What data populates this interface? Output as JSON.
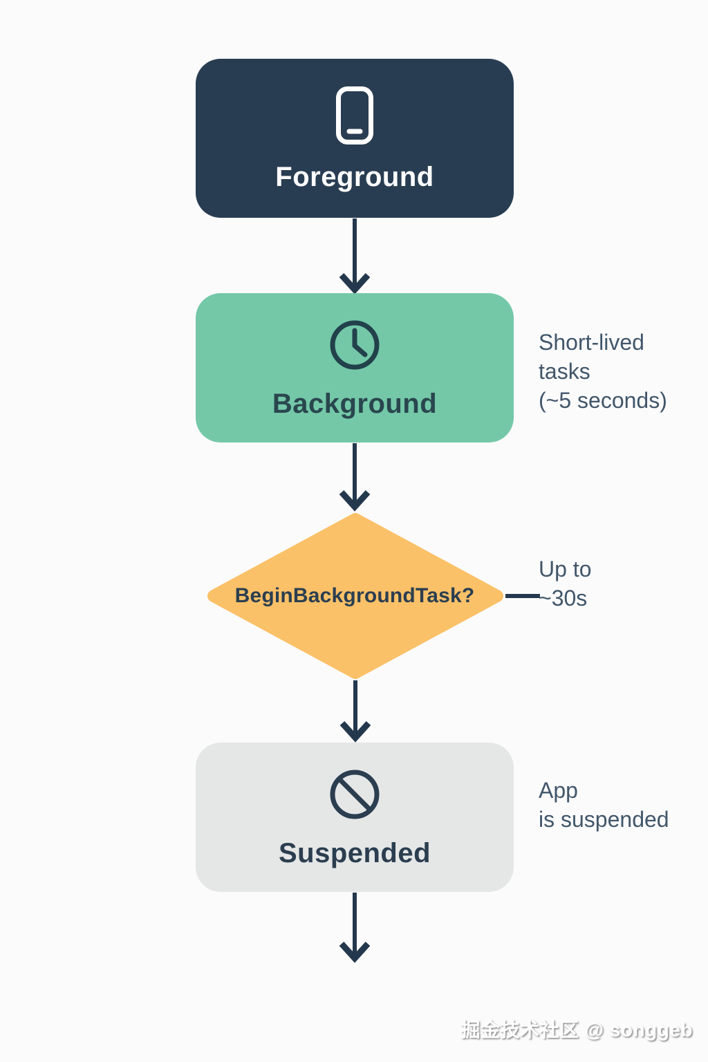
{
  "page": {
    "background_color": "#fbfbfc",
    "watermark": "掘金技术社区 @ songgeb"
  },
  "colors": {
    "foreground_box": "#293d52",
    "background_box": "#74c8a8",
    "decision_diamond": "#fbc168",
    "suspended_box": "#e5e7e7",
    "arrow": "#24384d",
    "note_text": "#41566a"
  },
  "flow": {
    "nodes": [
      {
        "id": "foreground",
        "shape": "rect",
        "icon": "smartphone-icon",
        "label": "Foreground"
      },
      {
        "id": "background",
        "shape": "rect",
        "icon": "clock-icon",
        "label": "Background",
        "annotation": "Short-lived tasks (~5 seconds)"
      },
      {
        "id": "decision",
        "shape": "diamond",
        "label": "BeginBackgroundTask?",
        "annotation": "Up to ~30s"
      },
      {
        "id": "suspended",
        "shape": "rect",
        "icon": "prohibition-icon",
        "label": "Suspended",
        "annotation": "App is suspended"
      }
    ],
    "edges": [
      {
        "from": "foreground",
        "to": "background"
      },
      {
        "from": "background",
        "to": "decision"
      },
      {
        "from": "decision",
        "to": "suspended"
      },
      {
        "from": "suspended",
        "to": "offscreen"
      }
    ],
    "annotations": {
      "background_note": [
        "Short-lived",
        "tasks",
        "(~5 seconds)"
      ],
      "decision_note": [
        "Up to",
        "~30s"
      ],
      "suspended_note": [
        "App",
        "is suspended"
      ]
    }
  }
}
